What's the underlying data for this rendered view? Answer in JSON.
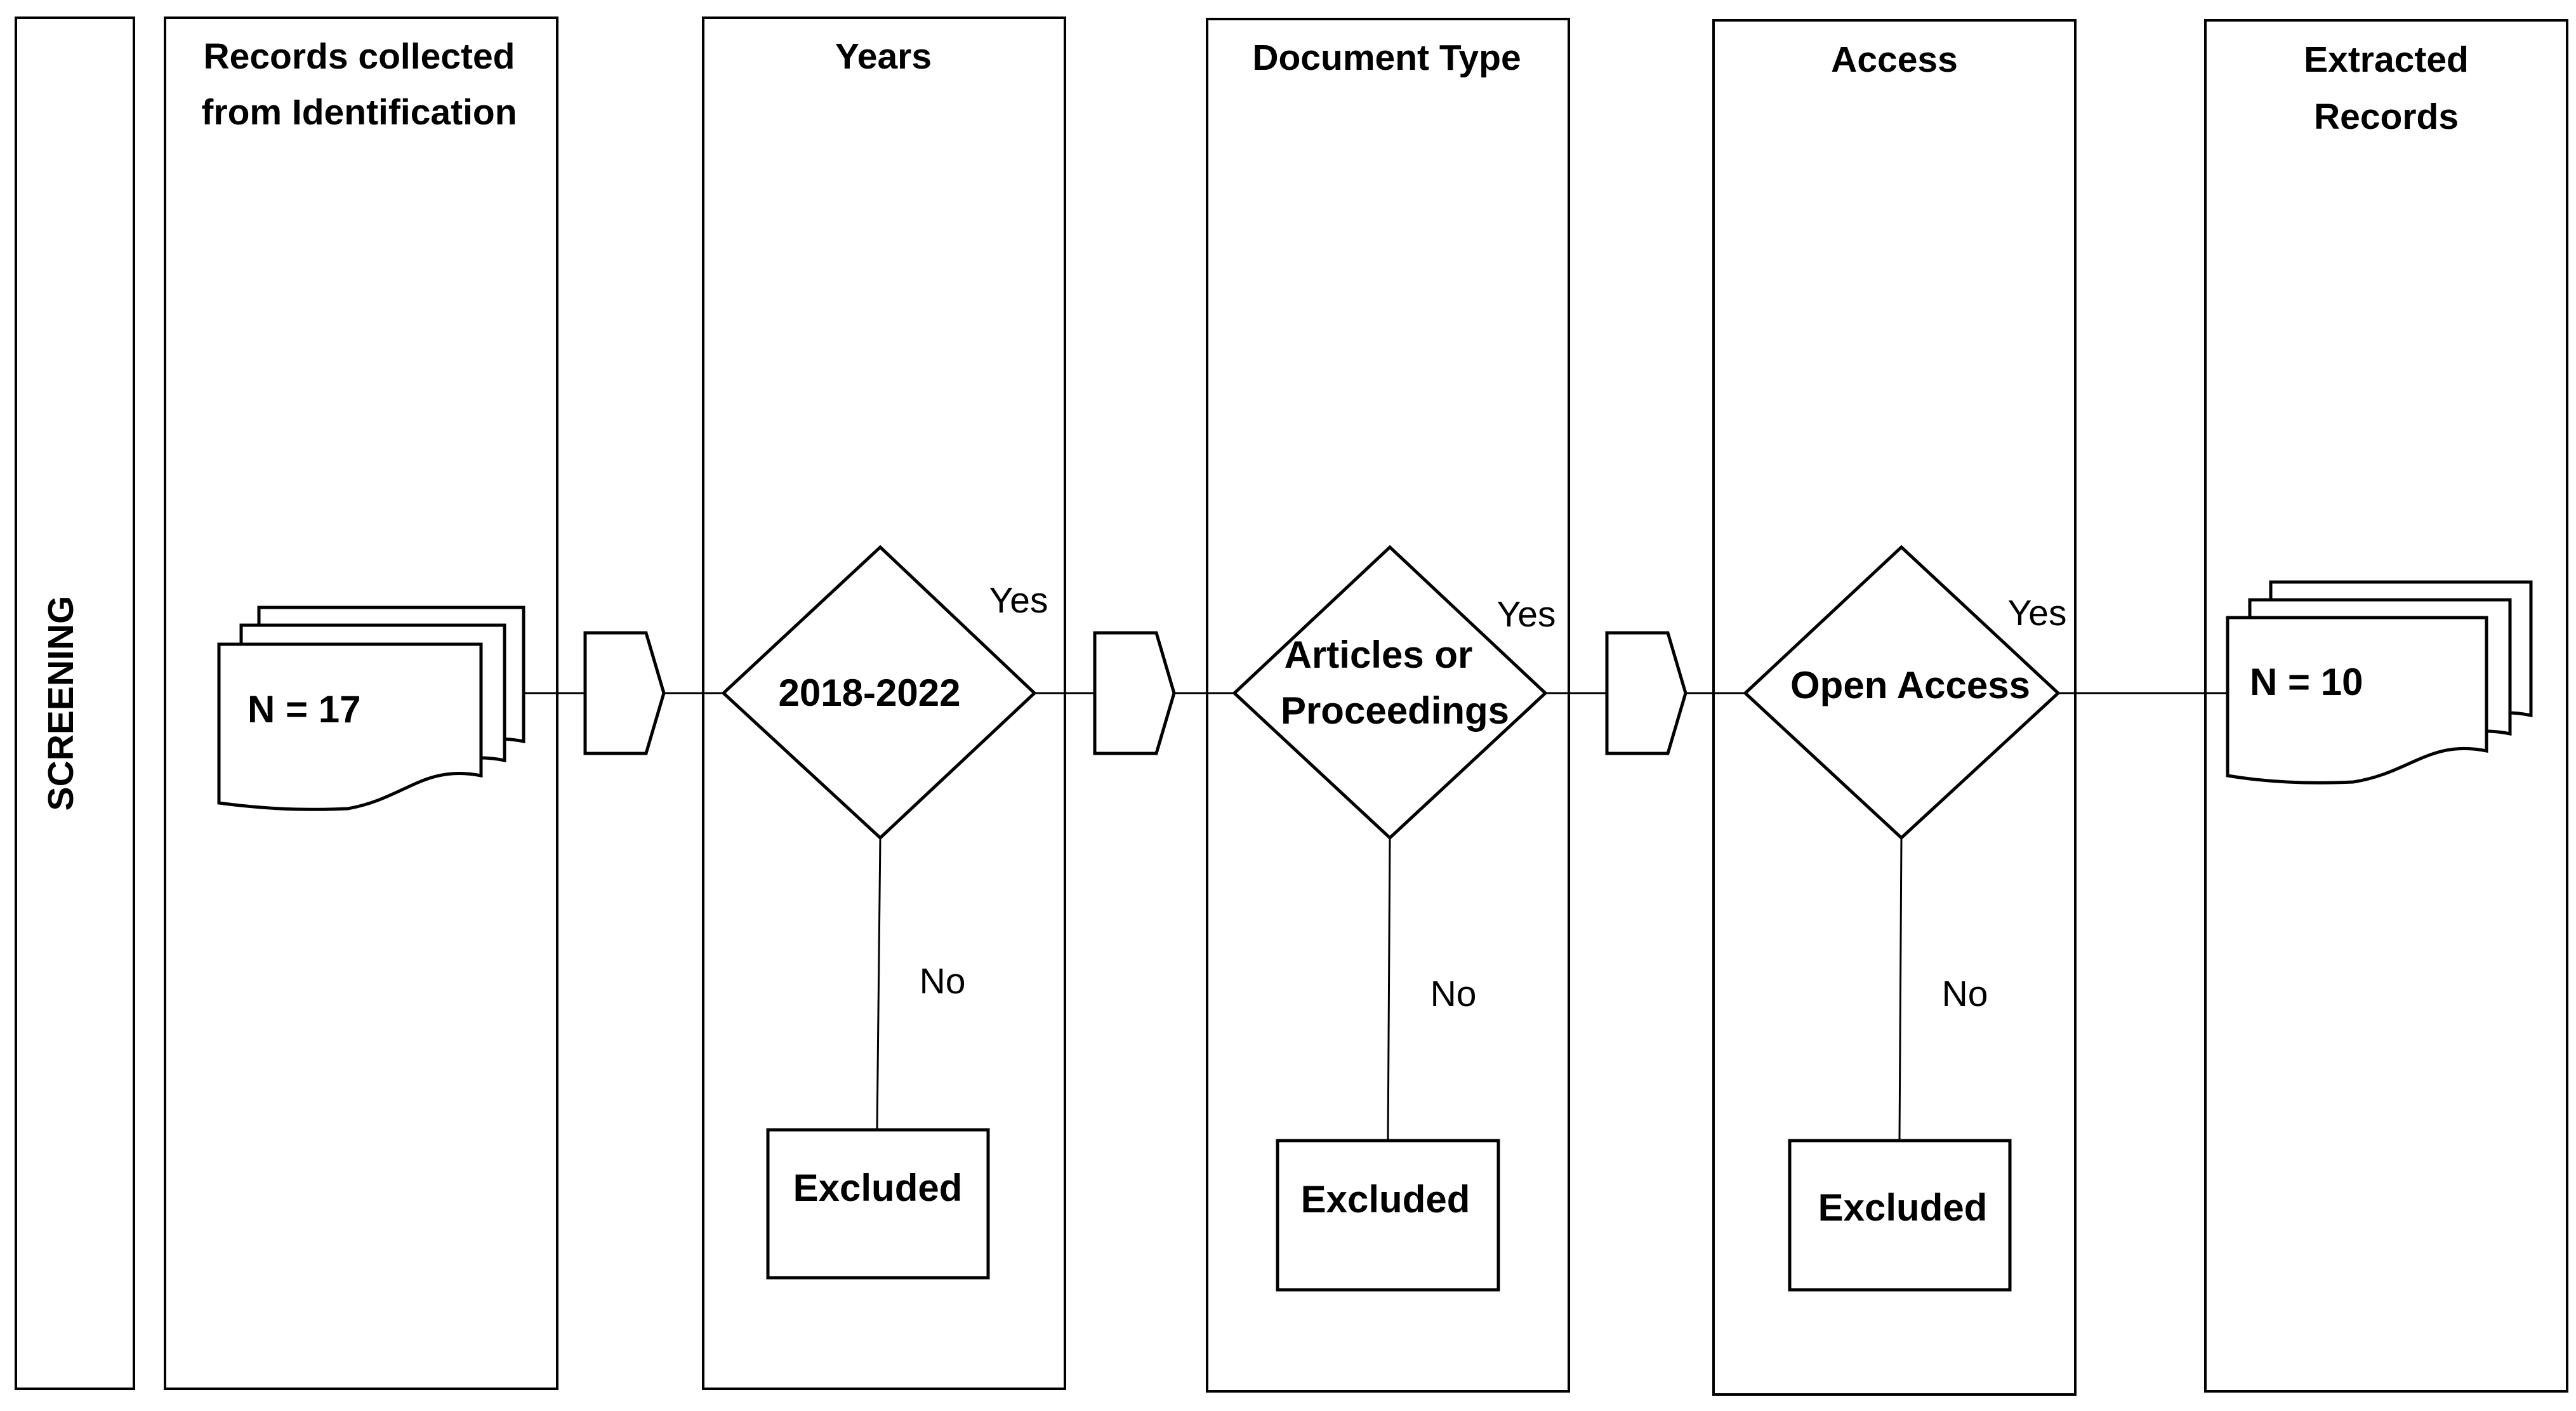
{
  "side_label": "SCREENING",
  "lanes": {
    "records_collected": {
      "title_line1": "Records collected",
      "title_line2": "from Identification"
    },
    "years": {
      "title": "Years"
    },
    "document_type": {
      "title": "Document Type"
    },
    "access": {
      "title": "Access"
    },
    "extracted": {
      "title_line1": "Extracted",
      "title_line2": "Records"
    }
  },
  "nodes": {
    "start_records": {
      "label": "N = 17",
      "shape": "multi-document"
    },
    "years_decision": {
      "label": "2018-2022",
      "shape": "decision"
    },
    "doctype_decision": {
      "label_line1": "Articles or",
      "label_line2": "Proceedings",
      "shape": "decision"
    },
    "access_decision": {
      "label": "Open Access",
      "shape": "decision"
    },
    "end_records": {
      "label": "N = 10",
      "shape": "multi-document"
    },
    "excluded_years": {
      "label": "Excluded",
      "shape": "process"
    },
    "excluded_doctype": {
      "label": "Excluded",
      "shape": "process"
    },
    "excluded_access": {
      "label": "Excluded",
      "shape": "process"
    }
  },
  "edge_labels": {
    "yes": "Yes",
    "no": "No"
  },
  "colors": {
    "stroke": "#000000",
    "background": "#ffffff"
  }
}
